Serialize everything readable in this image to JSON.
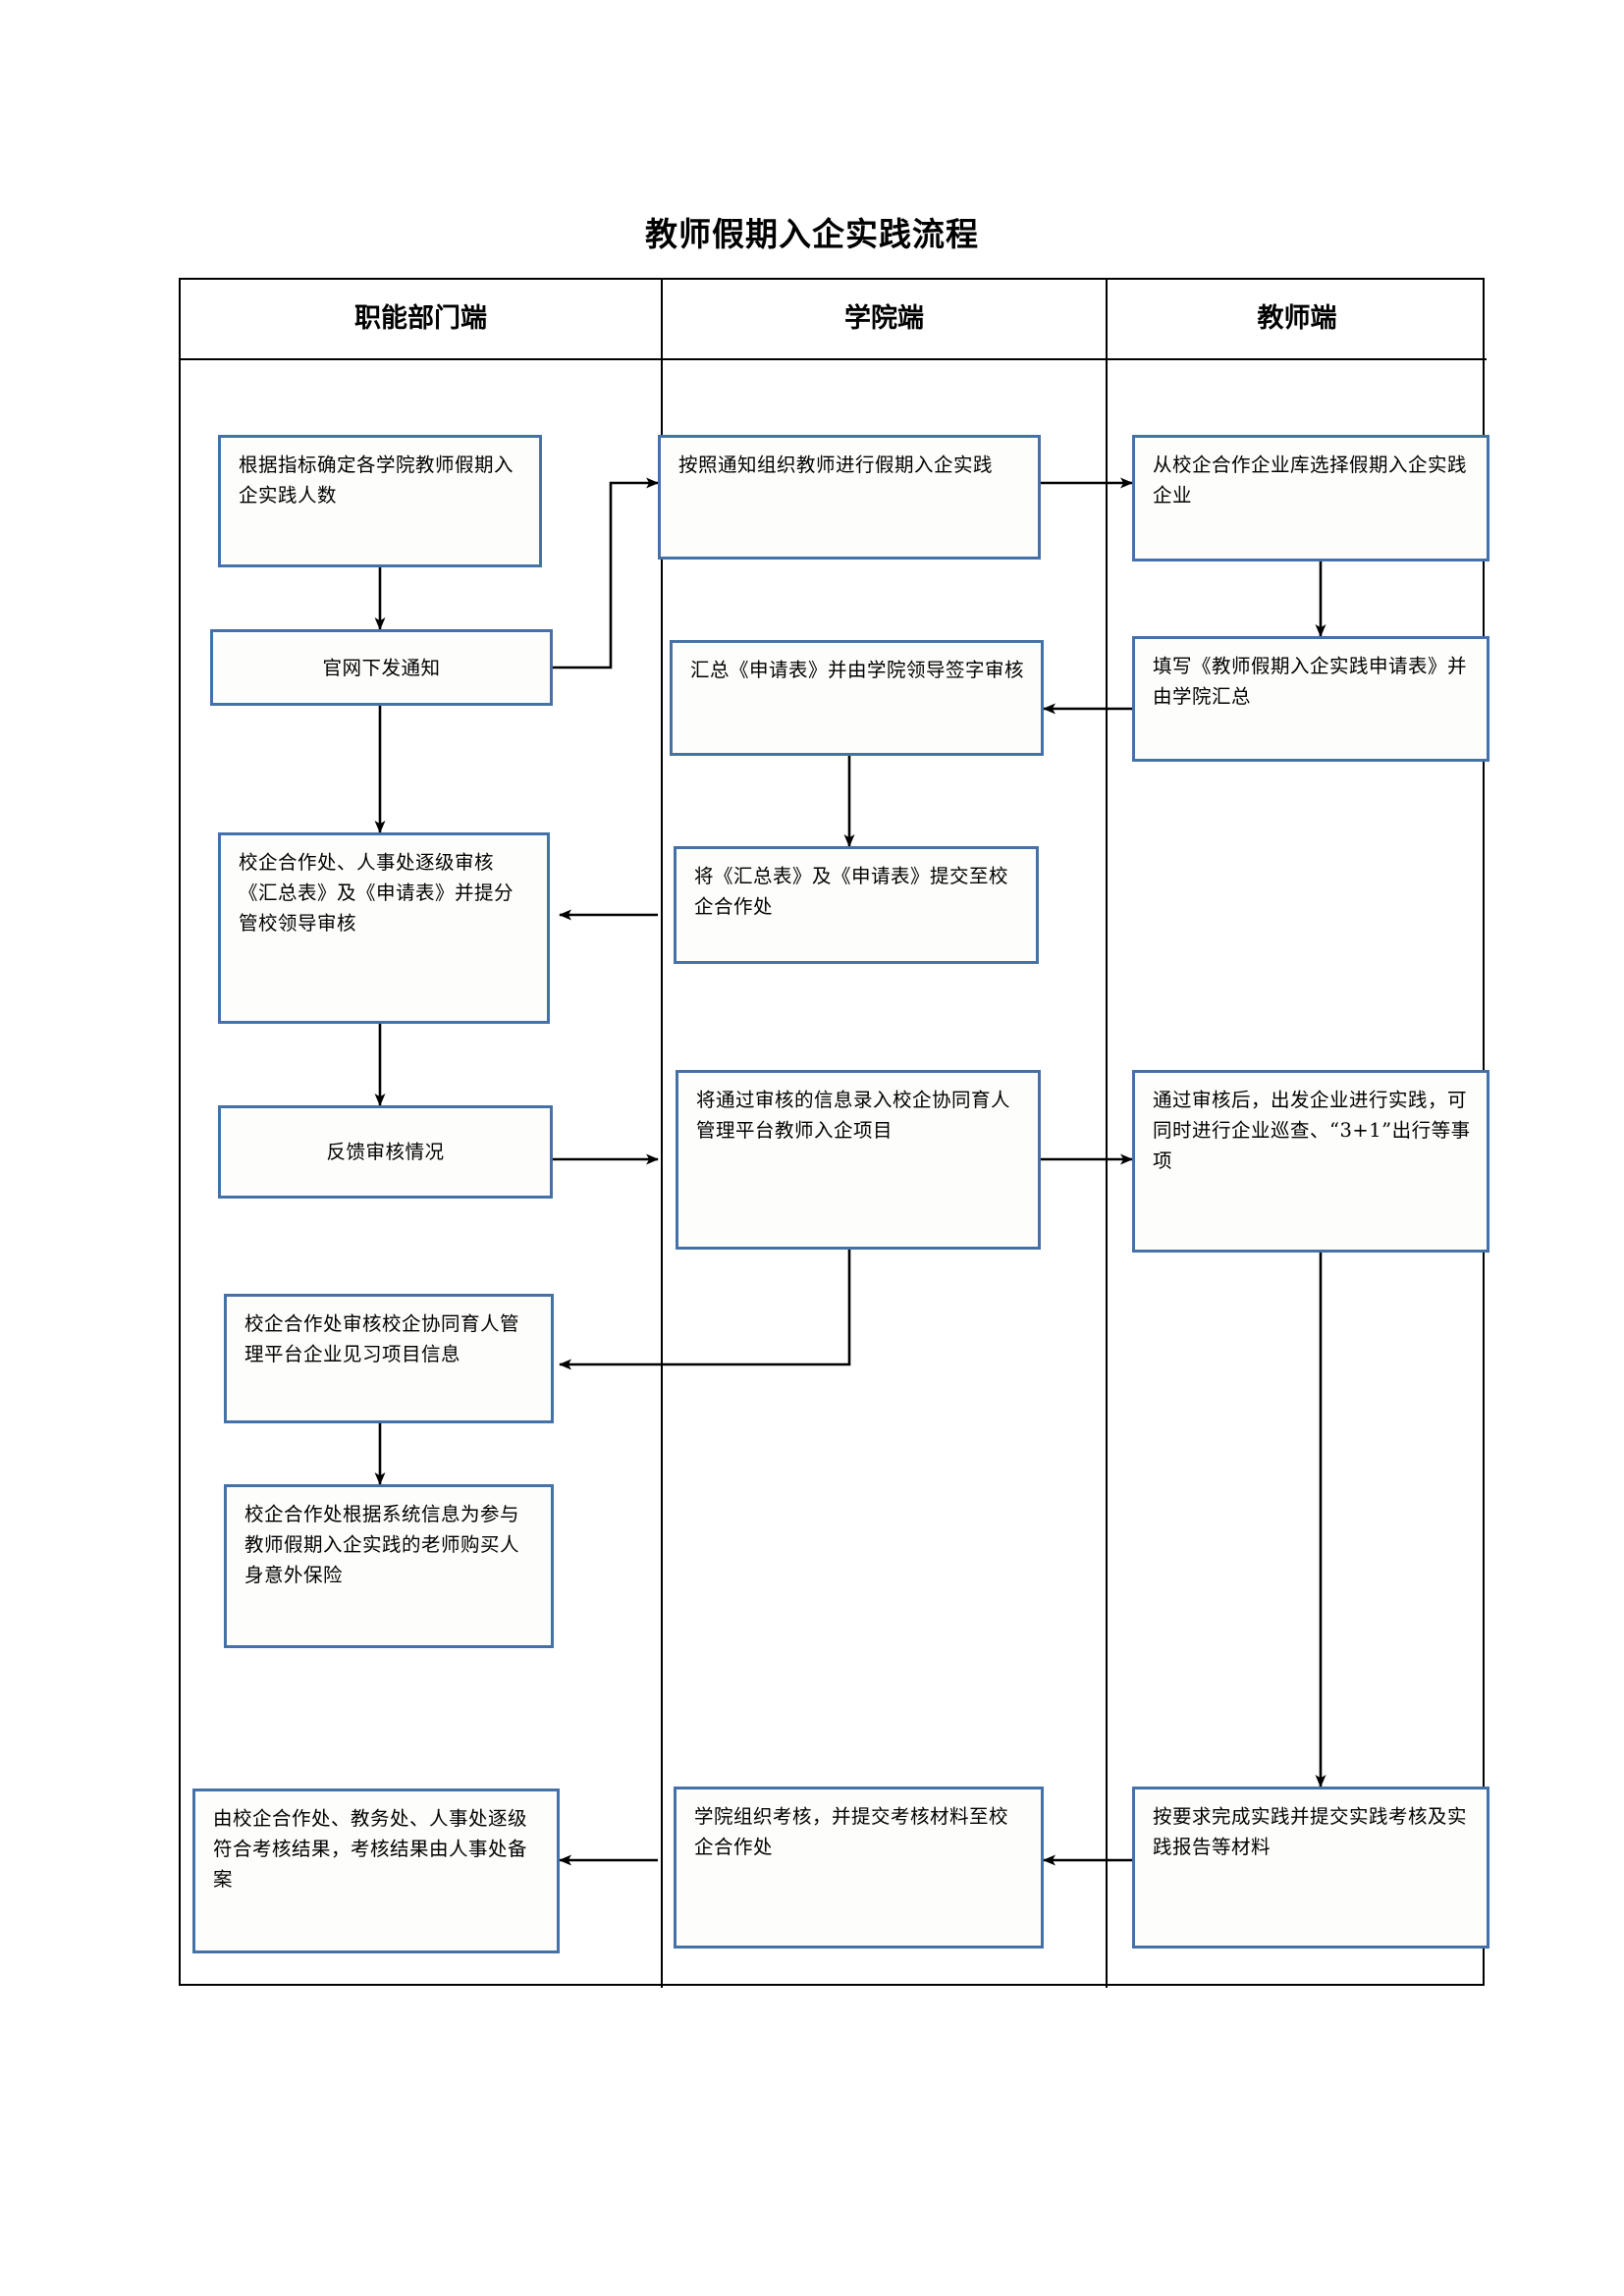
{
  "document": {
    "title": "教师假期入企实践流程"
  },
  "lanes": [
    {
      "id": "functional-dept",
      "label": "职能部门端"
    },
    {
      "id": "college",
      "label": "学院端"
    },
    {
      "id": "teacher",
      "label": "教师端"
    }
  ],
  "colors": {
    "node_border": "#4472a8",
    "node_fill": "#fdfdfb",
    "frame_line": "#000000",
    "arrow": "#000000",
    "text": "#000000"
  },
  "nodes": {
    "dept_1": "根据指标确定各学院教师假期入企实践人数",
    "dept_2": "官网下发通知",
    "dept_3": "校企合作处、人事处逐级审核《汇总表》及《申请表》并提分管校领导审核",
    "dept_4": "反馈审核情况",
    "dept_5": "校企合作处审核校企协同育人管理平台企业见习项目信息",
    "dept_6": "校企合作处根据系统信息为参与教师假期入企实践的老师购买人身意外保险",
    "dept_7": "由校企合作处、教务处、人事处逐级符合考核结果，考核结果由人事处备案",
    "college_1": "按照通知组织教师进行假期入企实践",
    "college_2": "汇总《申请表》并由学院领导签字审核",
    "college_3": "将《汇总表》及《申请表》提交至校企合作处",
    "college_4": "将通过审核的信息录入校企协同育人管理平台教师入企项目",
    "college_5": "学院组织考核，并提交考核材料至校企合作处",
    "teacher_1": "从校企合作企业库选择假期入企实践企业",
    "teacher_2": "填写《教师假期入企实践申请表》并由学院汇总",
    "teacher_3": "通过审核后，出发企业进行实践，可同时进行企业巡查、“3+1”出行等事项",
    "teacher_4": "按要求完成实践并提交实践考核及实践报告等材料"
  },
  "chart_data": {
    "type": "diagram",
    "title": "教师假期入企实践流程",
    "lanes": [
      "职能部门端",
      "学院端",
      "教师端"
    ],
    "steps": [
      {
        "id": "dept_1",
        "lane": "职能部门端",
        "text": "根据指标确定各学院教师假期入企实践人数"
      },
      {
        "id": "dept_2",
        "lane": "职能部门端",
        "text": "官网下发通知"
      },
      {
        "id": "dept_3",
        "lane": "职能部门端",
        "text": "校企合作处、人事处逐级审核《汇总表》及《申请表》并提分管校领导审核"
      },
      {
        "id": "dept_4",
        "lane": "职能部门端",
        "text": "反馈审核情况"
      },
      {
        "id": "dept_5",
        "lane": "职能部门端",
        "text": "校企合作处审核校企协同育人管理平台企业见习项目信息"
      },
      {
        "id": "dept_6",
        "lane": "职能部门端",
        "text": "校企合作处根据系统信息为参与教师假期入企实践的老师购买人身意外保险"
      },
      {
        "id": "dept_7",
        "lane": "职能部门端",
        "text": "由校企合作处、教务处、人事处逐级符合考核结果，考核结果由人事处备案"
      },
      {
        "id": "college_1",
        "lane": "学院端",
        "text": "按照通知组织教师进行假期入企实践"
      },
      {
        "id": "college_2",
        "lane": "学院端",
        "text": "汇总《申请表》并由学院领导签字审核"
      },
      {
        "id": "college_3",
        "lane": "学院端",
        "text": "将《汇总表》及《申请表》提交至校企合作处"
      },
      {
        "id": "college_4",
        "lane": "学院端",
        "text": "将通过审核的信息录入校企协同育人管理平台教师入企项目"
      },
      {
        "id": "college_5",
        "lane": "学院端",
        "text": "学院组织考核，并提交考核材料至校企合作处"
      },
      {
        "id": "teacher_1",
        "lane": "教师端",
        "text": "从校企合作企业库选择假期入企实践企业"
      },
      {
        "id": "teacher_2",
        "lane": "教师端",
        "text": "填写《教师假期入企实践申请表》并由学院汇总"
      },
      {
        "id": "teacher_3",
        "lane": "教师端",
        "text": "通过审核后，出发企业进行实践，可同时进行企业巡查、“3+1”出行等事项"
      },
      {
        "id": "teacher_4",
        "lane": "教师端",
        "text": "按要求完成实践并提交实践考核及实践报告等材料"
      }
    ],
    "edges": [
      {
        "from": "dept_1",
        "to": "dept_2"
      },
      {
        "from": "dept_2",
        "to": "dept_3"
      },
      {
        "from": "dept_2",
        "to": "college_1"
      },
      {
        "from": "college_1",
        "to": "teacher_1"
      },
      {
        "from": "teacher_1",
        "to": "teacher_2"
      },
      {
        "from": "teacher_2",
        "to": "college_2"
      },
      {
        "from": "college_2",
        "to": "college_3"
      },
      {
        "from": "college_3",
        "to": "dept_3"
      },
      {
        "from": "dept_3",
        "to": "dept_4"
      },
      {
        "from": "dept_4",
        "to": "college_4"
      },
      {
        "from": "college_4",
        "to": "teacher_3"
      },
      {
        "from": "college_4",
        "to": "dept_5"
      },
      {
        "from": "dept_5",
        "to": "dept_6"
      },
      {
        "from": "teacher_3",
        "to": "teacher_4"
      },
      {
        "from": "teacher_4",
        "to": "college_5"
      },
      {
        "from": "college_5",
        "to": "dept_7"
      }
    ]
  }
}
